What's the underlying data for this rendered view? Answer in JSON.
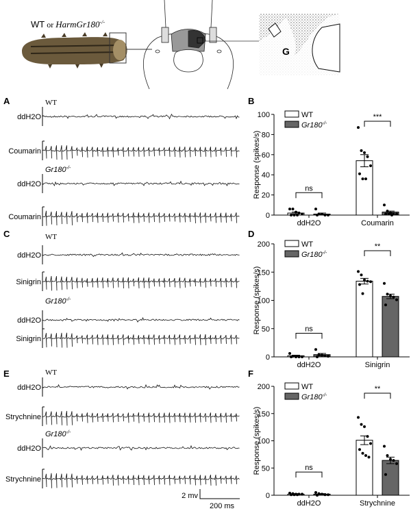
{
  "header": {
    "genotype_prefix": "WT",
    "genotype_or": " or ",
    "genotype_name": "HarmGr180",
    "genotype_sup": "-/-",
    "inset_label": "G"
  },
  "colors": {
    "wt": "#ffffff",
    "mutant": "#666666",
    "trace": "#111111",
    "larva": "#6b5a3c"
  },
  "traces": [
    {
      "panel": "A",
      "wt_label": "WT",
      "mut_label": "Gr180",
      "mut_sup": "-/-",
      "rows": [
        "ddH2O",
        "Coumarin",
        "ddH2O",
        "Coumarin"
      ]
    },
    {
      "panel": "C",
      "wt_label": "WT",
      "mut_label": "Gr180",
      "mut_sup": "-/-",
      "rows": [
        "ddH2O",
        "Sinigrin",
        "ddH2O",
        "Sinigrin"
      ]
    },
    {
      "panel": "E",
      "wt_label": "WT",
      "mut_label": "Gr180",
      "mut_sup": "-/-",
      "rows": [
        "ddH2O",
        "Strychnine",
        "ddH2O",
        "Strychnine"
      ]
    }
  ],
  "scale_bar": {
    "voltage": "2 mv",
    "time": "200 ms"
  },
  "chart_data": [
    {
      "panel": "B",
      "type": "bar",
      "ylabel": "Response (spikes/s)",
      "ylim": [
        0,
        100
      ],
      "yticks": [
        "0",
        "20",
        "40",
        "60",
        "80",
        "100"
      ],
      "ytick_values": [
        0,
        20,
        40,
        60,
        80,
        100
      ],
      "categories": [
        "ddH2O",
        "Coumarin"
      ],
      "legend": [
        {
          "name": "WT"
        },
        {
          "name": "Gr180",
          "sup": "-/-"
        }
      ],
      "legend_position": "top-left",
      "series": [
        {
          "name": "WT",
          "values": [
            2,
            54
          ],
          "sem": [
            1,
            6
          ],
          "points": [
            [
              6,
              6,
              3,
              2,
              1,
              0,
              0,
              0
            ],
            [
              87,
              64,
              62,
              58,
              49,
              41,
              36,
              36
            ]
          ]
        },
        {
          "name": "Gr180-/-",
          "values": [
            1,
            3
          ],
          "sem": [
            1,
            1
          ],
          "points": [
            [
              6,
              1,
              1,
              0,
              0,
              0
            ],
            [
              10,
              4,
              2,
              1,
              1,
              1,
              1,
              0
            ]
          ]
        }
      ],
      "significance": [
        "ns",
        "***"
      ]
    },
    {
      "panel": "D",
      "type": "bar",
      "ylabel": "Response (spikes/s)",
      "ylim": [
        0,
        200
      ],
      "yticks": [
        "0",
        "50",
        "100",
        "150",
        "200"
      ],
      "ytick_values": [
        0,
        50,
        100,
        150,
        200
      ],
      "categories": [
        "ddH2O",
        "Sinigrin"
      ],
      "legend": [
        {
          "name": "WT"
        },
        {
          "name": "Gr180",
          "sup": "-/-"
        }
      ],
      "legend_position": "top-left",
      "series": [
        {
          "name": "WT",
          "values": [
            2,
            134
          ],
          "sem": [
            1,
            5
          ],
          "points": [
            [
              6,
              1,
              0,
              0,
              0,
              0
            ],
            [
              151,
              145,
              136,
              134,
              133,
              128,
              112
            ]
          ]
        },
        {
          "name": "Gr180-/-",
          "values": [
            4,
            107
          ],
          "sem": [
            2,
            4
          ],
          "points": [
            [
              13,
              4,
              3,
              2,
              1,
              0
            ],
            [
              130,
              111,
              108,
              106,
              101,
              92
            ]
          ]
        }
      ],
      "significance": [
        "ns",
        "**"
      ]
    },
    {
      "panel": "F",
      "type": "bar",
      "ylabel": "Response (spikes/s)",
      "ylim": [
        0,
        200
      ],
      "yticks": [
        "0",
        "50",
        "100",
        "150",
        "200"
      ],
      "ytick_values": [
        0,
        50,
        100,
        150,
        200
      ],
      "categories": [
        "ddH2O",
        "Strychnine"
      ],
      "legend": [
        {
          "name": "WT"
        },
        {
          "name": "Gr180",
          "sup": "-/-"
        }
      ],
      "legend_position": "top-left",
      "series": [
        {
          "name": "WT",
          "values": [
            2,
            101
          ],
          "sem": [
            1,
            8
          ],
          "points": [
            [
              4,
              3,
              2,
              2,
              2,
              1,
              1,
              1
            ],
            [
              143,
              130,
              126,
              108,
              95,
              84,
              77,
              73,
              70
            ]
          ]
        },
        {
          "name": "Gr180-/-",
          "values": [
            2,
            64
          ],
          "sem": [
            1,
            6
          ],
          "points": [
            [
              5,
              3,
              2,
              1,
              1,
              0
            ],
            [
              90,
              73,
              66,
              64,
              58,
              38
            ]
          ]
        }
      ],
      "significance": [
        "ns",
        "**"
      ]
    }
  ]
}
